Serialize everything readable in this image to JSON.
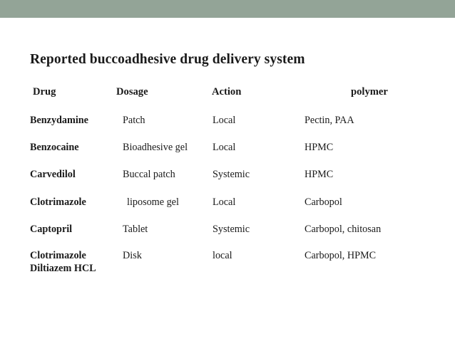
{
  "slide": {
    "banner_color": "#93a497",
    "background_color": "#ffffff",
    "text_color": "#1a1a1a",
    "title": "Reported buccoadhesive drug delivery system"
  },
  "table": {
    "headers": {
      "drug": "Drug",
      "dosage": "Dosage",
      "action": "Action",
      "polymer": "polymer"
    },
    "rows": [
      {
        "drug": "Benzydamine",
        "drug_second_line": "",
        "dosage": "Patch",
        "action": "Local",
        "polymer": "Pectin, PAA"
      },
      {
        "drug": "Benzocaine",
        "drug_second_line": "",
        "dosage": "Bioadhesive gel",
        "action": "Local",
        "polymer": "HPMC"
      },
      {
        "drug": "Carvedilol",
        "drug_second_line": "",
        "dosage": "Buccal patch",
        "action": "Systemic",
        "polymer": "HPMC"
      },
      {
        "drug": "Clotrimazole",
        "drug_second_line": "",
        "dosage": "liposome gel",
        "action": "Local",
        "polymer": "Carbopol"
      },
      {
        "drug": "Captopril",
        "drug_second_line": "",
        "dosage": "Tablet",
        "action": "Systemic",
        "polymer": "Carbopol, chitosan"
      },
      {
        "drug": "Clotrimazole",
        "drug_second_line": "Diltiazem HCL",
        "dosage": "Disk",
        "action": "local",
        "polymer": "Carbopol, HPMC"
      }
    ]
  }
}
